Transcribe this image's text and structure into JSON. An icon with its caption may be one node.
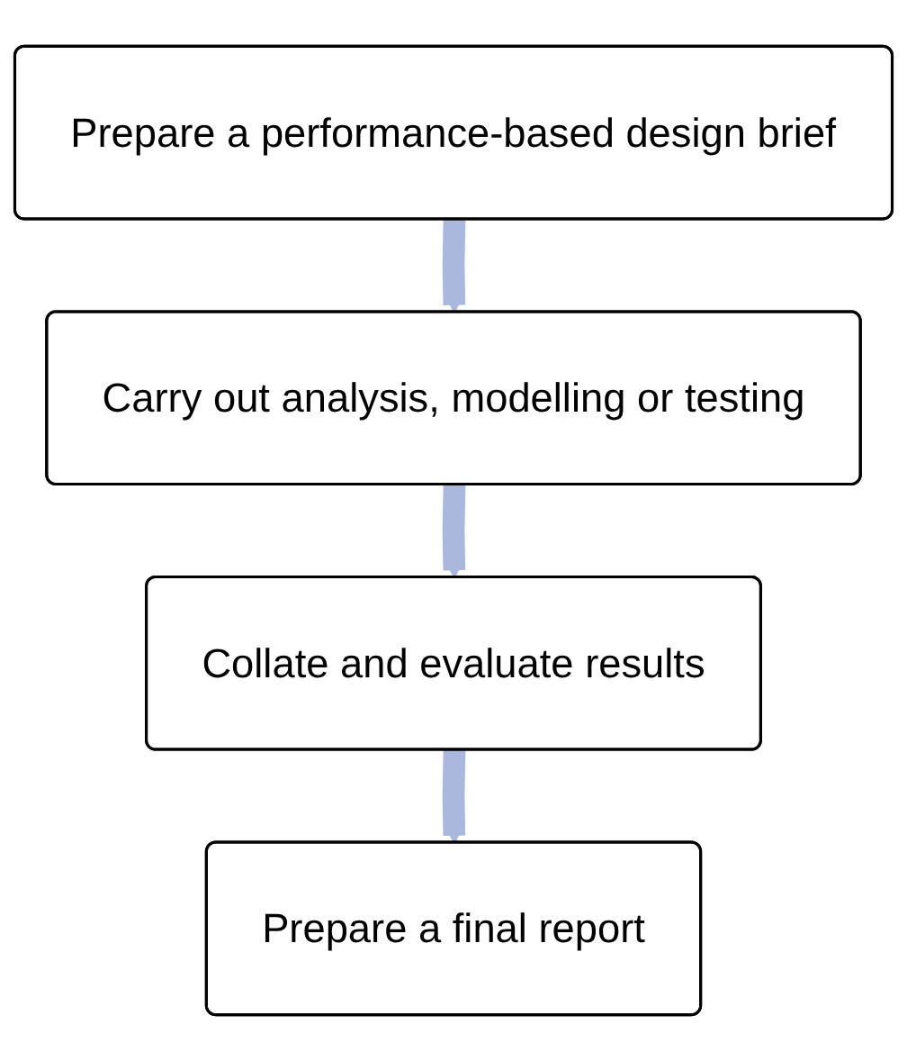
{
  "diagram": {
    "nodes": [
      {
        "text": [
          "Prepare a performance-based design brief"
        ]
      },
      {
        "text": [
          "Carry out analysis, modelling or testing"
        ]
      },
      {
        "text": [
          "Collate and evaluate results"
        ]
      },
      {
        "text": [
          "Prepare a final report"
        ]
      }
    ],
    "edges": [
      {
        "from": 0,
        "to": 1,
        "arrow": "to"
      },
      {
        "from": 1,
        "to": 2,
        "arrow": "to"
      },
      {
        "from": 2,
        "to": 3,
        "arrow": "to"
      }
    ]
  }
}
